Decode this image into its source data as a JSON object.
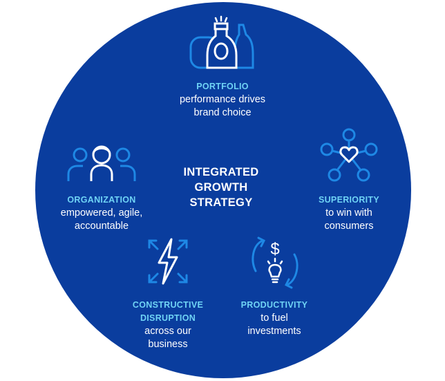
{
  "center": {
    "text": "INTEGRATED\nGROWTH\nSTRATEGY"
  },
  "items": [
    {
      "key": "portfolio",
      "title": "PORTFOLIO",
      "desc": "performance drives\nbrand choice",
      "icon": "bottles-icon"
    },
    {
      "key": "superiority",
      "title": "SUPERIORITY",
      "desc": "to win with\nconsumers",
      "icon": "heart-network-icon"
    },
    {
      "key": "productivity",
      "title": "PRODUCTIVITY",
      "desc": "to fuel\ninvestments",
      "icon": "dollar-lightbulb-cycle-icon"
    },
    {
      "key": "constructive-disruption",
      "title": "CONSTRUCTIVE\nDISRUPTION",
      "desc": "across our\nbusiness",
      "icon": "lightning-bolt-icon"
    },
    {
      "key": "organization",
      "title": "ORGANIZATION",
      "desc": "empowered, agile,\naccountable",
      "icon": "people-group-icon"
    }
  ],
  "colors": {
    "circle": "#0a3d9e",
    "accent": "#6fd3f5",
    "text": "#ffffff",
    "icon_blue": "#1e88e5"
  }
}
